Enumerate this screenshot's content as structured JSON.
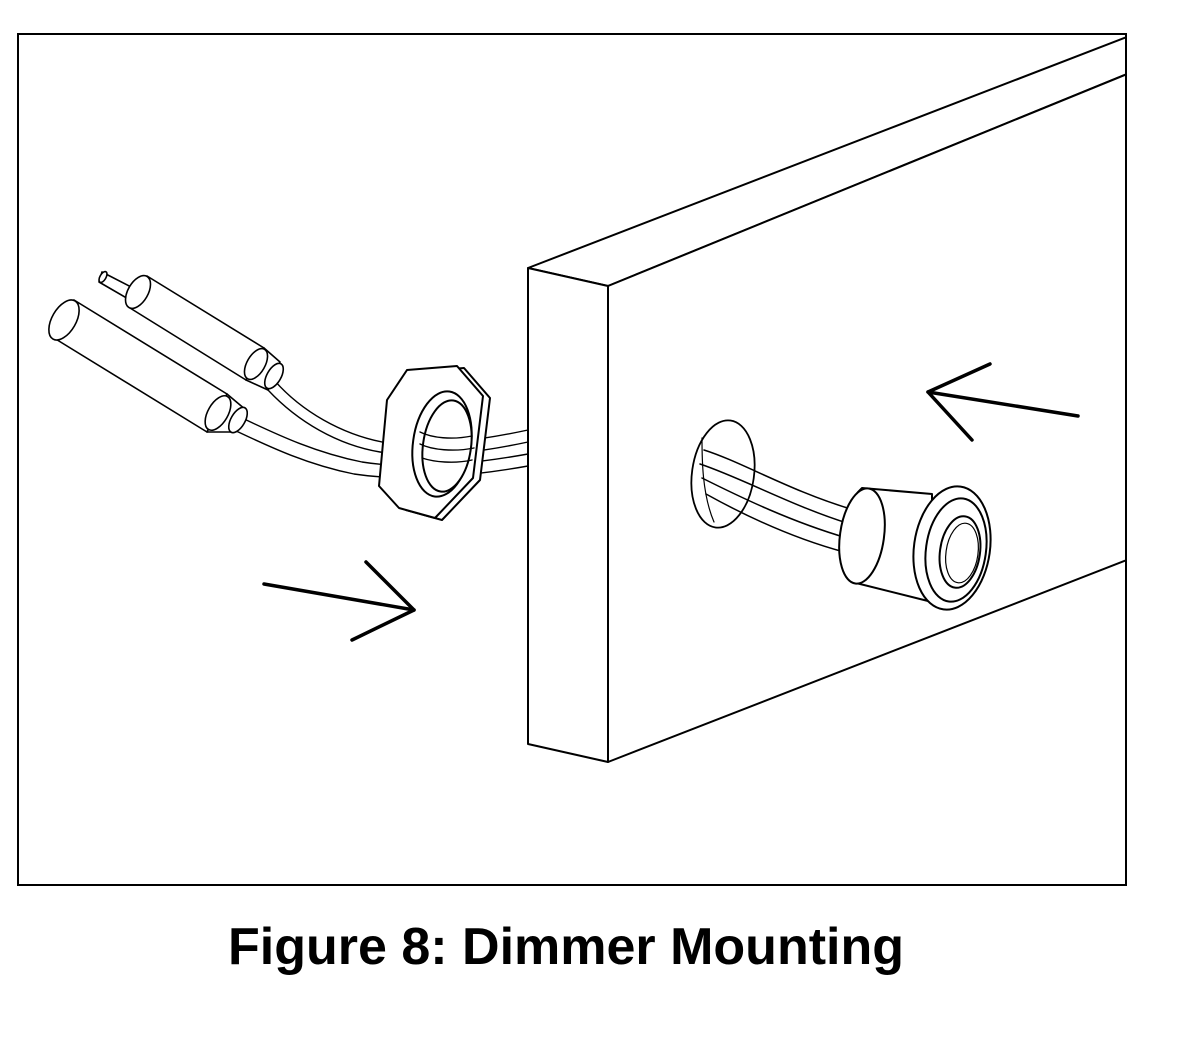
{
  "figure": {
    "caption": "Figure 8: Dimmer Mounting",
    "border_color": "#000000",
    "line_color": "#000000",
    "fill_color": "#ffffff",
    "icons": [
      "panel-board",
      "mounting-hole",
      "dimmer-switch",
      "hex-nut",
      "wire-connectors",
      "direction-arrow"
    ]
  }
}
